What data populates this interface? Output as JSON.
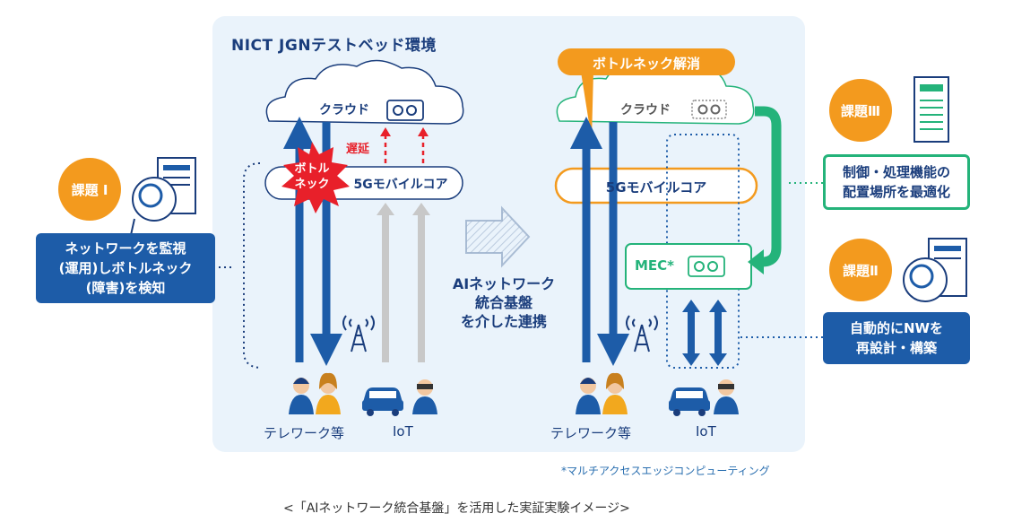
{
  "panel": {
    "title": "NICT JGNテストベッド環境"
  },
  "left": {
    "cloud_label": "クラウド",
    "delay_label": "遅延",
    "bottleneck_label": [
      "ボト",
      "ル",
      "ネック"
    ],
    "core_label": "5Gモバイルコア",
    "telework_label": "テレワーク等",
    "iot_label": "IoT"
  },
  "right": {
    "callout": "ボトルネック解消",
    "cloud_label": "クラウド",
    "core_label": "5Gモバイルコア",
    "mec_label": "MEC*",
    "telework_label": "テレワーク等",
    "iot_label": "IoT"
  },
  "center": {
    "lines": [
      "AIネットワーク",
      "統合基盤",
      "を介した連携"
    ]
  },
  "issue1": {
    "badge": "課題 Ⅰ",
    "lines": [
      "ネットワークを監視",
      "(運用)しボトルネック",
      "(障害)を検知"
    ]
  },
  "issue3": {
    "badge": "課題Ⅲ",
    "lines": [
      "制御・処理機能の",
      "配置場所を最適化"
    ]
  },
  "issue2": {
    "badge": "課題Ⅱ",
    "lines": [
      "自動的にNWを",
      "再設計・構築"
    ]
  },
  "footnote": "*マルチアクセスエッジコンピューティング",
  "caption": "<「AIネットワーク統合基盤」を活用した実証実験イメージ>",
  "colors": {
    "blue": "#1d5ca8",
    "orange": "#f39a1e",
    "green": "#24b37a",
    "gray": "#c8c8c8",
    "red": "#e8202a"
  }
}
